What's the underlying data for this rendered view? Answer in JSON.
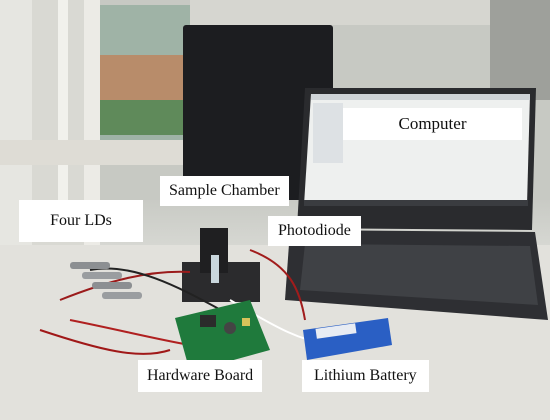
{
  "labels": {
    "computer": "Computer",
    "sample_chamber": "Sample Chamber",
    "photodiode": "Photodiode",
    "four_lds": "Four LDs",
    "hardware_board": "Hardware Board",
    "lithium_battery": "Lithium Battery"
  },
  "colors": {
    "window_frame": "#e9e8e3",
    "monitor": "#1c1d20",
    "laptop_screen": "#eef0ef",
    "pcb_green": "#1f7a3c",
    "battery_blue": "#2a5fc4",
    "table": "#e2e1dc"
  }
}
